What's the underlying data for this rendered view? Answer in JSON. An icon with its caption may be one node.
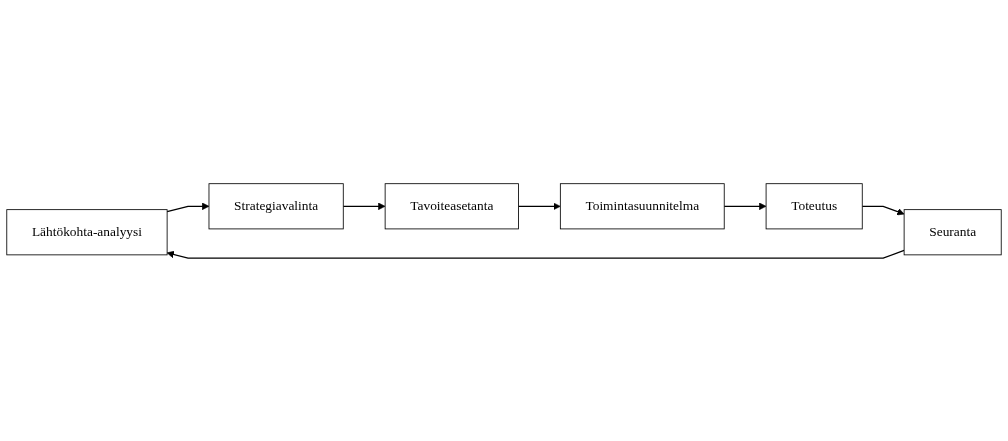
{
  "diagram": {
    "nodes": [
      {
        "text": [
          "Lähtökohta-analyysi"
        ]
      },
      {
        "text": [
          "Strategiavalinta"
        ]
      },
      {
        "text": [
          "Tavoiteasetanta"
        ]
      },
      {
        "text": [
          "Toimintasuunnitelma"
        ]
      },
      {
        "text": [
          "Toteutus"
        ]
      },
      {
        "text": [
          "Seuranta"
        ]
      }
    ],
    "edges": [
      {
        "from": 0,
        "to": 1,
        "arrow": "to"
      },
      {
        "from": 1,
        "to": 2,
        "arrow": "to"
      },
      {
        "from": 2,
        "to": 3,
        "arrow": "to"
      },
      {
        "from": 3,
        "to": 4,
        "arrow": "to"
      },
      {
        "from": 4,
        "to": 5,
        "arrow": "to"
      },
      {
        "from": 5,
        "to": 0,
        "arrow": "to"
      }
    ]
  }
}
